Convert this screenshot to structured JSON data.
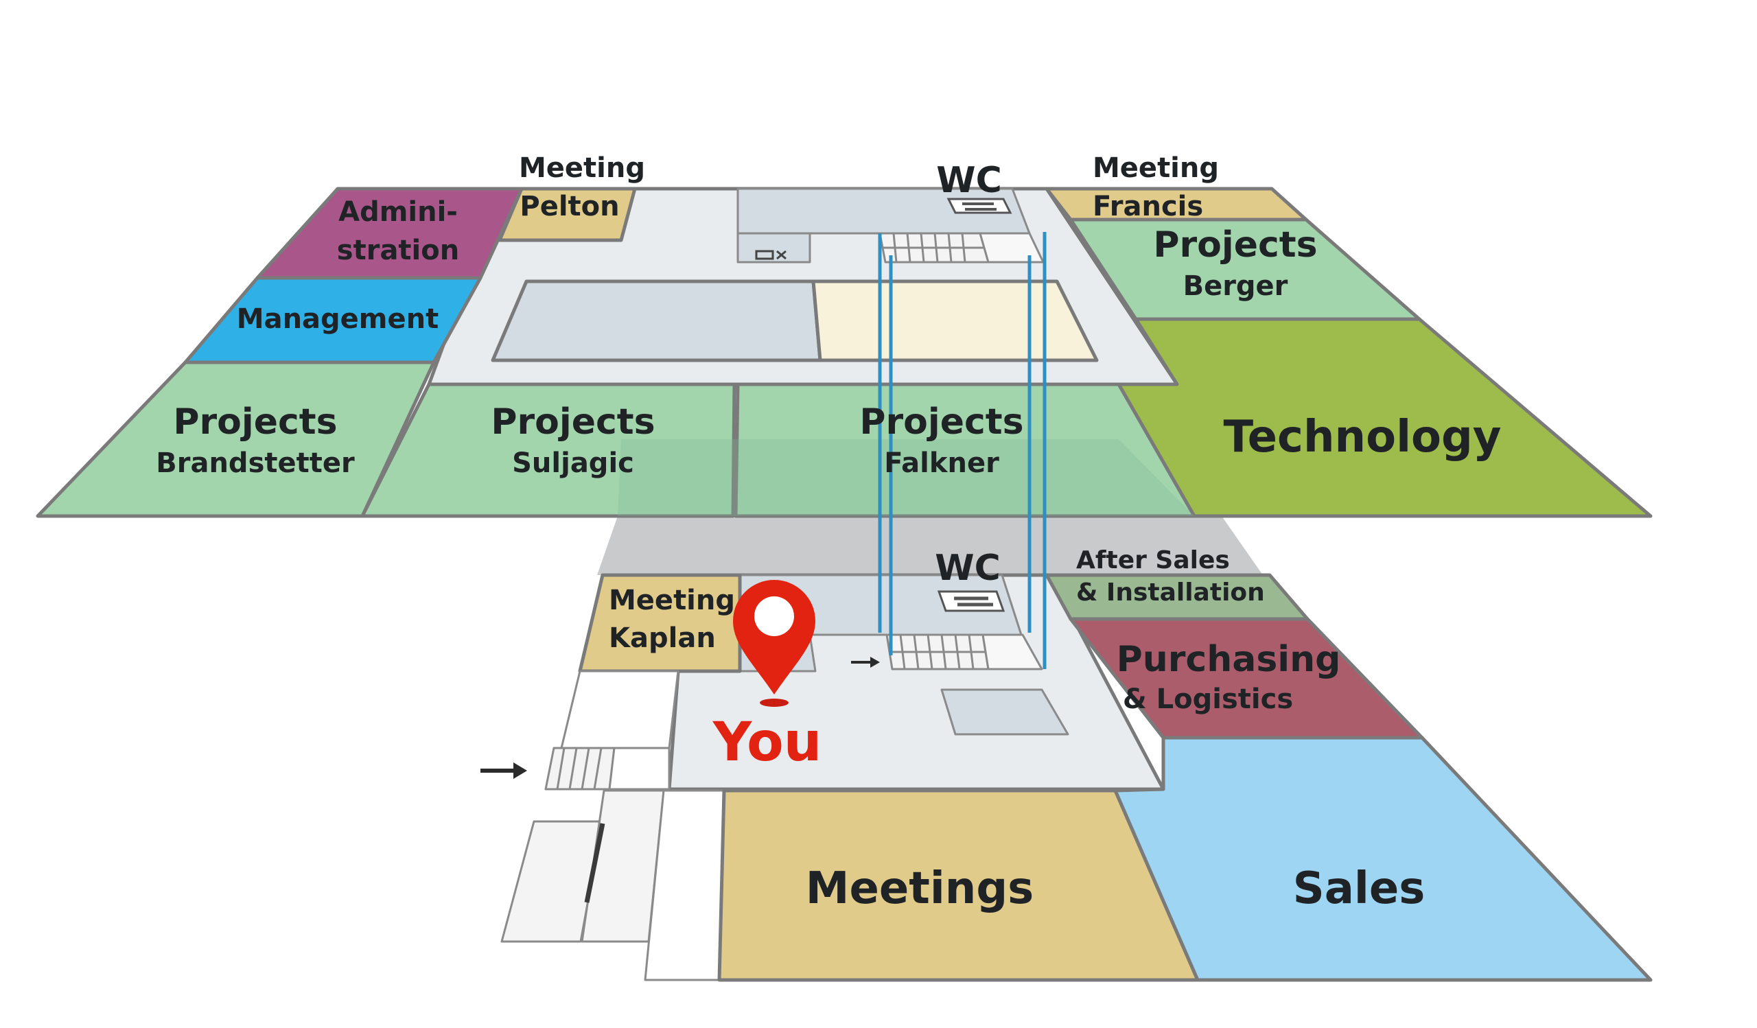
{
  "colors": {
    "projects": "#a3d5ad",
    "projects_dark": "#93c89f",
    "technology": "#9ebc4b",
    "administration": "#a9568a",
    "management": "#2fb0e7",
    "meeting": "#e1cb8b",
    "after_sales": "#9ab892",
    "purchasing": "#ac5d6c",
    "sales": "#9dd5f3",
    "corridor": "#e8ecee",
    "service": "#d2dce2",
    "atrium": "#f7f2d9",
    "stairs": "#f4f4f4",
    "shaft": "#2f8fc0",
    "marker": "#e32312"
  },
  "upper_floor": {
    "administration": {
      "line1": "Admini-",
      "line2": "stration"
    },
    "management": "Management",
    "meeting_pelton": {
      "line1": "Meeting",
      "line2": "Pelton"
    },
    "wc": "WC",
    "meeting_francis": {
      "line1": "Meeting",
      "line2": "Francis"
    },
    "projects_berger": {
      "line1": "Projects",
      "line2": "Berger"
    },
    "technology": "Technology",
    "projects_brandstetter": {
      "line1": "Projects",
      "line2": "Brandstetter"
    },
    "projects_suljagic": {
      "line1": "Projects",
      "line2": "Suljagic"
    },
    "projects_falkner": {
      "line1": "Projects",
      "line2": "Falkner"
    }
  },
  "lower_floor": {
    "wc": "WC",
    "after_sales": {
      "line1": "After Sales",
      "line2": "& Installation"
    },
    "meeting_kaplan": {
      "line1": "Meeting",
      "line2": "Kaplan"
    },
    "purchasing": {
      "line1": "Purchasing",
      "line2": "& Logistics"
    },
    "meetings": "Meetings",
    "sales": "Sales"
  },
  "marker": {
    "label": "You",
    "icon": "location-pin-icon"
  },
  "icons": {
    "wc": "restroom-icon",
    "elevator": "elevator-icon",
    "entrance": "entrance-arrow-icon"
  }
}
